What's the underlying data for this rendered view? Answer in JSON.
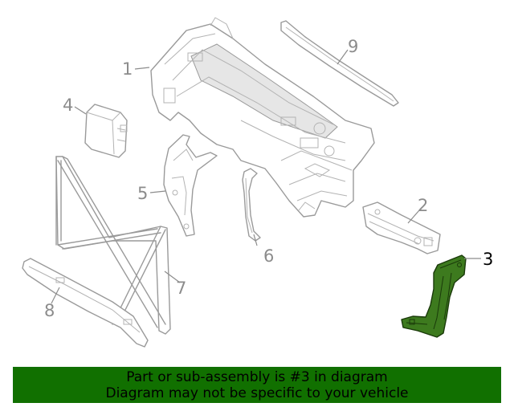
{
  "diagram": {
    "callouts": [
      {
        "id": "1",
        "label": "1"
      },
      {
        "id": "2",
        "label": "2"
      },
      {
        "id": "3",
        "label": "3"
      },
      {
        "id": "4",
        "label": "4"
      },
      {
        "id": "5",
        "label": "5"
      },
      {
        "id": "6",
        "label": "6"
      },
      {
        "id": "7",
        "label": "7"
      },
      {
        "id": "8",
        "label": "8"
      },
      {
        "id": "9",
        "label": "9"
      }
    ],
    "highlight_color": "#3d7a1e"
  },
  "banner": {
    "line1": "Part or sub-assembly is #3 in diagram",
    "line2": "Diagram may not be specific to your vehicle",
    "background": "#117000"
  }
}
